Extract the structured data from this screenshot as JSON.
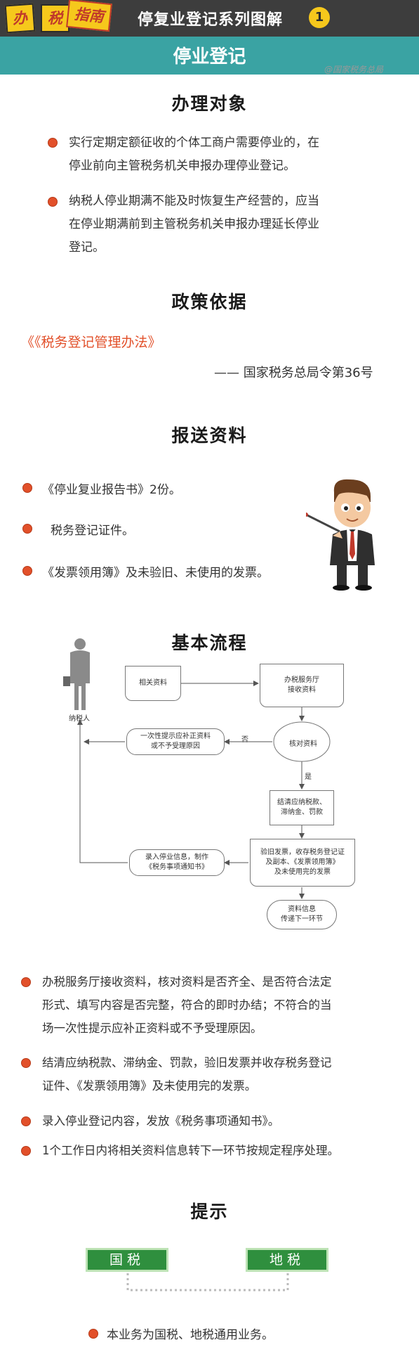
{
  "header": {
    "badge_1": "办",
    "badge_2": "税",
    "badge_3": "指南",
    "title": "停复业登记系列图解",
    "number": "1"
  },
  "banner": {
    "title": "停业登记",
    "source": "@国家税务总局"
  },
  "section_target": {
    "title": "办理对象",
    "items": [
      {
        "line1": "实行定期定额征收的个体工商户需要停业的，在",
        "line2": "停业前向主管税务机关申报办理停业登记。"
      },
      {
        "line1": "纳税人停业期满不能及时恢复生产经营的，应当",
        "line2": "在停业期满前到主管税务机关申报办理延长停业",
        "line3": "登记。"
      }
    ]
  },
  "section_policy": {
    "title": "政策依据",
    "law": "《《税务登记管理办法》",
    "reference": "—— 国家税务总局令第36号"
  },
  "section_materials": {
    "title": "报送资料",
    "items": [
      "《停业复业报告书》2份。",
      "税务登记证件。",
      "《发票领用簿》及未验旧、未使用的发票。"
    ]
  },
  "section_process": {
    "title": "基本流程",
    "flow": {
      "taxpayer": "纳税人",
      "related_materials": "相关资料",
      "receive_line1": "办税服务厅",
      "receive_line2": "接收资料",
      "check": "核对资料",
      "no": "否",
      "yes": "是",
      "reject_line1": "一次性提示应补正资料",
      "reject_line2": "或不予受理原因",
      "settle_line1": "结清应纳税款、",
      "settle_line2": "滞纳金、罚款",
      "verify_line1": "验旧发票，收存税务登记证",
      "verify_line2": "及副本、《发票领用簿》",
      "verify_line3": "及未使用完的发票",
      "record_line1": "录入停业信息，制作",
      "record_line2": "《税务事项通知书》",
      "transfer_line1": "资料信息",
      "transfer_line2": "传递下一环节"
    },
    "notes": [
      {
        "line1": "办税服务厅接收资料，核对资料是否齐全、是否符合法定",
        "line2": "形式、填写内容是否完整，符合的即时办结；不符合的当",
        "line3": "场一次性提示应补正资料或不予受理原因。"
      },
      {
        "line1": "结清应纳税款、滞纳金、罚款，验旧发票并收存税务登记",
        "line2": "证件、《发票领用簿》及未使用完的发票。"
      },
      {
        "line1": "录入停业登记内容，发放《税务事项通知书》。"
      },
      {
        "line1": "1个工作日内将相关资料信息转下一环节按规定程序处理。"
      }
    ]
  },
  "section_tips": {
    "title": "提示",
    "national_tax": "国税",
    "local_tax": "地税",
    "note": "本业务为国税、地税通用业务。"
  },
  "colors": {
    "bullet": "#e2502a",
    "teal": "#3aa3a3",
    "header_bg": "#3d3d3d",
    "badge": "#f6c81c",
    "tip_green": "#2f8f3e"
  }
}
